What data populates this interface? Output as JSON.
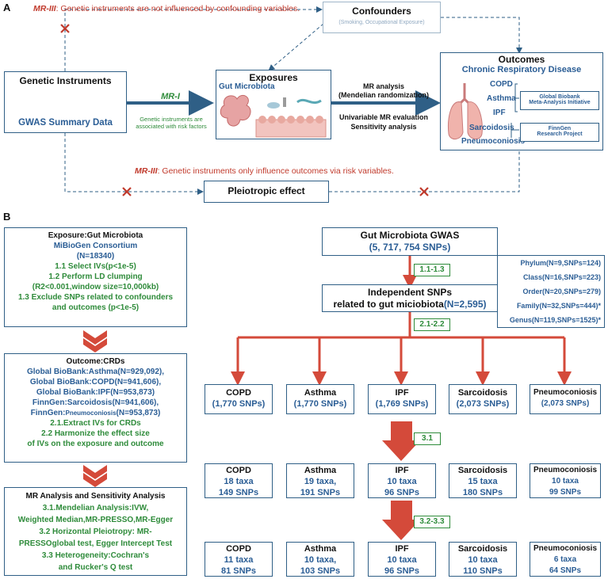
{
  "panel_a": {
    "letter": "A",
    "mr3_top": {
      "tag": "MR-III",
      "sep": ": ",
      "text": "Genetic instruments are not influenced by confounding variables."
    },
    "confounders": {
      "title": "Confounders",
      "sub": "(Smoking, Occupational Exposure)"
    },
    "genetic": {
      "title": "Genetic Instruments",
      "sub": "GWAS Summary Data"
    },
    "mr1": {
      "tag": "MR-I",
      "text": "Genetic instruments are associated with risk factors"
    },
    "exposures": {
      "title": "Exposures",
      "sub": "Gut Microbiota"
    },
    "mr_analysis": {
      "line1": "MR analysis",
      "line2": "(Mendelian randomization)",
      "line3": "Univariable MR evaluation",
      "line4": "Sensitivity analysis"
    },
    "outcomes": {
      "title": "Outcomes",
      "sub": "Chronic Respiratory Disease",
      "diseases": [
        "COPD",
        "Asthma",
        "IPF",
        "Sarcoidosis",
        "Pneumoconiosis"
      ],
      "source1": [
        "Global Biobank",
        "Meta-Analysis Initiative"
      ],
      "source2": [
        "FinnGen",
        "Research Project"
      ]
    },
    "mr3_bottom": {
      "tag": "MR-III",
      "sep": ":  ",
      "text": "Genetic instruments only influence outcomes via risk variables."
    },
    "pleiotropic": "Pleiotropic effect"
  },
  "panel_b": {
    "letter": "B",
    "exposure_box": {
      "title": "Exposure:Gut Microbiota",
      "consortium": "MiBioGen Consortium",
      "n": "(N=18340)",
      "steps": [
        "1.1 Select IVs(p<1e-5)",
        "1.2 Perform LD clumping",
        "(R2<0.001,window size=10,000kb)",
        "1.3 Exclude SNPs related to confounders",
        "and outcomes (p<1e-5)"
      ]
    },
    "outcome_box": {
      "title": "Outcome:CRDs",
      "lines": [
        "Global BioBank:Asthma(N=929,092),",
        "Global BioBank:COPD(N=941,606),",
        "Global BioBank:IPF(N=953,873)",
        "FinnGen:Sarcoidosis(N=941,606),",
        "FinnGen:",
        "Pneumoconiosis",
        "(N=953,873)"
      ],
      "steps": [
        "2.1.Extract IVs for CRDs",
        "2.2 Harmonize the effect size",
        "of IVs on the exposure and outcome"
      ]
    },
    "analysis_box": {
      "title": "MR Analysis and Sensitivity  Analysis",
      "lines": [
        "3.1.Mendelian Analysis:IVW,",
        "Weighted Median,MR-PRESSO,MR-Egger",
        "3.2 Horizontal Pleiotropy: MR-",
        "PRESSOglobal test, Egger Intercept Test",
        "3.3 Heterogeneity:Cochran's",
        "and Rucker's Q test"
      ]
    },
    "gwas": {
      "title": "Gut Microbiota GWAS",
      "sub": "(5, 717, 754 SNPs)"
    },
    "step_1": "1.1-1.3",
    "independent": {
      "line1": "Independent SNPs",
      "line2": "related to gut miciobiota",
      "n": "(N=2,595)"
    },
    "taxa": [
      "Phylum(N=9,SNPs=124)",
      "Class(N=16,SNPs=223)",
      "Order(N=20,SNPs=279)",
      "Family(N=32,SNPs=444)*",
      "Genus(N=119,SNPs=1525)*"
    ],
    "step_2": "2.1-2.2",
    "step_3": "3.1",
    "step_4": "3.2-3.3",
    "row1": [
      {
        "name": "COPD",
        "v1": "(1,770 SNPs)"
      },
      {
        "name": "Asthma",
        "v1": "(1,770 SNPs)"
      },
      {
        "name": "IPF",
        "v1": "(1,769 SNPs)"
      },
      {
        "name": "Sarcoidosis",
        "v1": "(2,073 SNPs)"
      },
      {
        "name": "Pneumoconiosis",
        "v1": "(2,073 SNPs)"
      }
    ],
    "row2": [
      {
        "name": "COPD",
        "v1": "18 taxa",
        "v2": "149 SNPs"
      },
      {
        "name": "Asthma",
        "v1": "19 taxa,",
        "v2": "191 SNPs"
      },
      {
        "name": "IPF",
        "v1": "10 taxa",
        "v2": "96 SNPs"
      },
      {
        "name": "Sarcoidosis",
        "v1": "15 taxa",
        "v2": "180 SNPs"
      },
      {
        "name": "Pneumoconiosis",
        "v1": "10 taxa",
        "v2": "99 SNPs"
      }
    ],
    "row3": [
      {
        "name": "COPD",
        "v1": "11 taxa",
        "v2": "81 SNPs"
      },
      {
        "name": "Asthma",
        "v1": "10 taxa,",
        "v2": "103 SNPs"
      },
      {
        "name": "IPF",
        "v1": "10 taxa",
        "v2": "96 SNPs"
      },
      {
        "name": "Sarcoidosis",
        "v1": "10 taxa",
        "v2": "110 SNPs"
      },
      {
        "name": "Pneumoconiosis",
        "v1": "6 taxa",
        "v2": "64 SNPs"
      }
    ]
  },
  "colors": {
    "red": "#c0392b",
    "blue": "#2a5d95",
    "green": "#2e8b3a",
    "border": "#2f5f86",
    "arrow": "#d44a3a"
  }
}
